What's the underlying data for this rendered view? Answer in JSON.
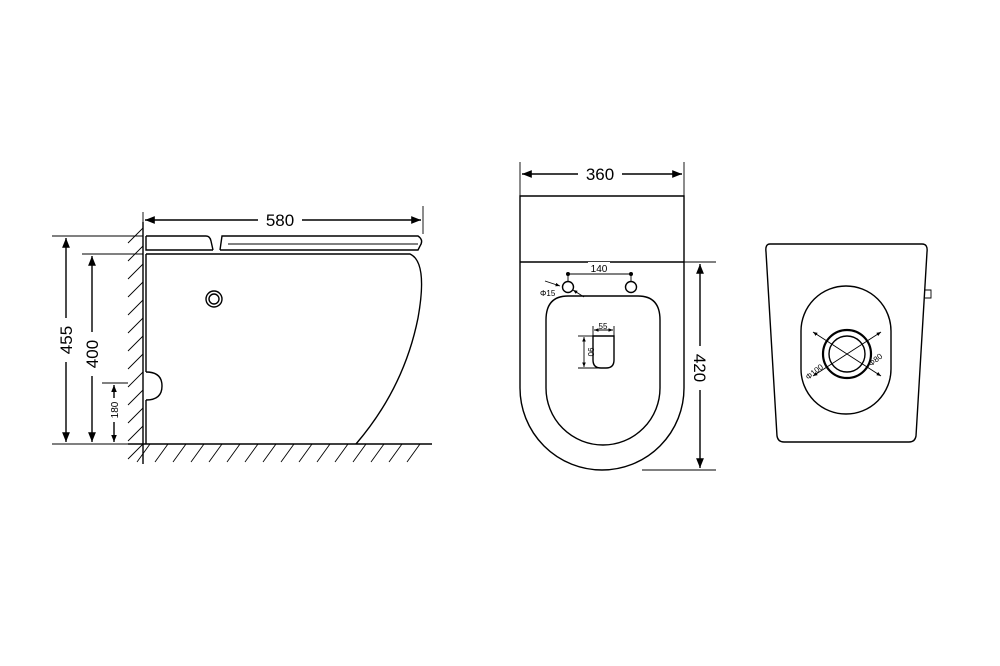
{
  "side_view": {
    "width_label": "580",
    "height_total_label": "455",
    "height_bowl_label": "400",
    "outlet_height_label": "180"
  },
  "top_view": {
    "width_label": "360",
    "depth_label": "420",
    "hole_spacing_label": "140",
    "hole_diameter_label": "Φ15",
    "opening_width_label": "55",
    "opening_height_label": "90"
  },
  "bottom_view": {
    "outer_diameter_label": "Φ100",
    "inner_diameter_label": "Φ80"
  }
}
